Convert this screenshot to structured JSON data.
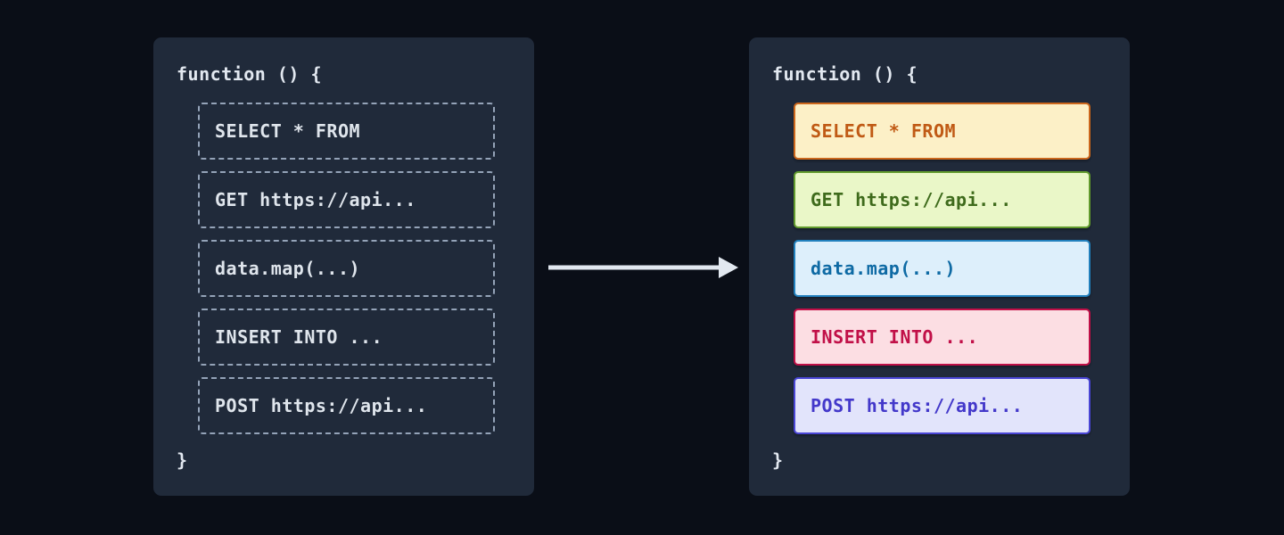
{
  "colors": {
    "page_bg": "#0a0e17",
    "panel_bg": "#202a3a",
    "code_text": "#e2e8f0",
    "dashed_border": "#94a3b8",
    "arrow": "#e2e8f0"
  },
  "left_panel": {
    "function_open": "function () {",
    "function_close": "}",
    "snippets": [
      {
        "text": "SELECT * FROM"
      },
      {
        "text": "GET https://api..."
      },
      {
        "text": "data.map(...)"
      },
      {
        "text": "INSERT INTO ..."
      },
      {
        "text": "POST https://api..."
      }
    ]
  },
  "right_panel": {
    "function_open": "function () {",
    "function_close": "}",
    "snippets": [
      {
        "text": "SELECT * FROM",
        "bg": "#fcf0c7",
        "border": "#cc671c",
        "text_color": "#c05a15"
      },
      {
        "text": "GET https://api...",
        "bg": "#eaf7c8",
        "border": "#629b2e",
        "text_color": "#3f6b1c"
      },
      {
        "text": "data.map(...)",
        "bg": "#ddeffb",
        "border": "#2180bd",
        "text_color": "#0e6aa4"
      },
      {
        "text": "INSERT INTO ...",
        "bg": "#fcdee3",
        "border": "#c11048",
        "text_color": "#c11048"
      },
      {
        "text": "POST https://api...",
        "bg": "#e2e4fb",
        "border": "#4a46d6",
        "text_color": "#4338ca"
      }
    ]
  }
}
